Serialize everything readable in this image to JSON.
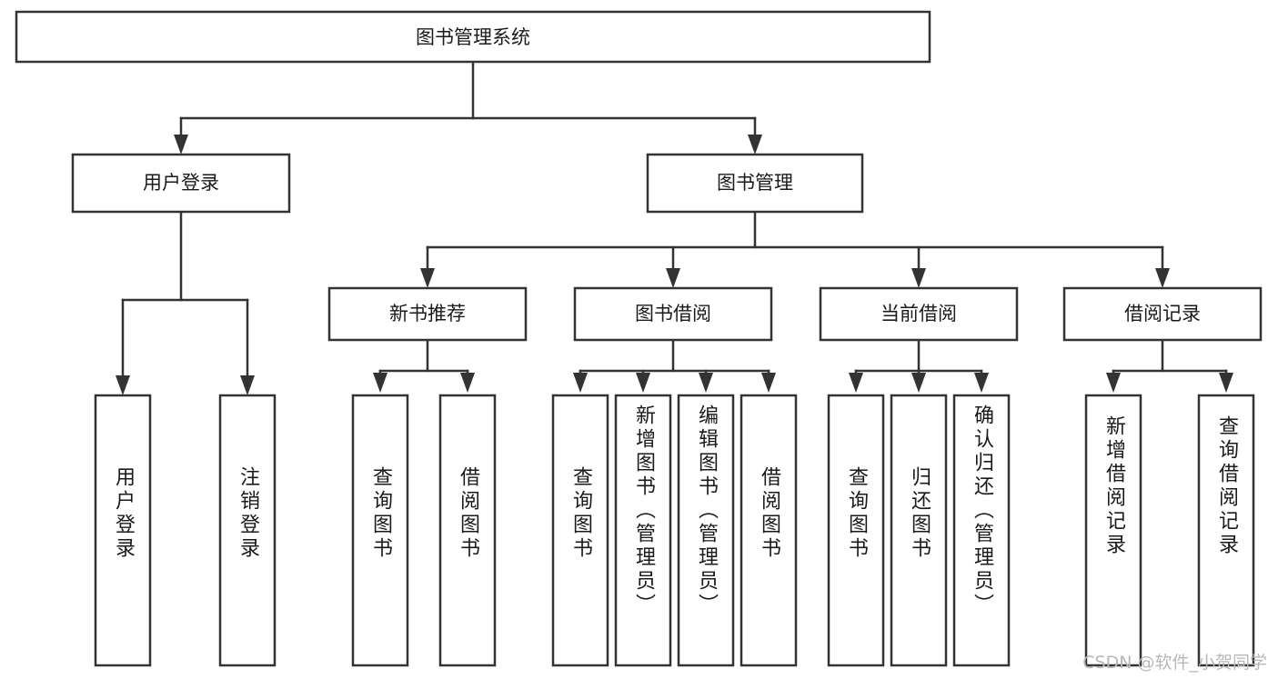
{
  "diagram": {
    "type": "tree-hierarchy",
    "title": "图书管理系统",
    "orientation": "top-down",
    "watermark": "CSDN @软件_小贺同学",
    "colors": {
      "background": "#ffffff",
      "box_fill": "#ffffff",
      "box_stroke": "#333333",
      "text": "#1a1a1a",
      "watermark": "#b8b8b8"
    },
    "root": {
      "label": "图书管理系统",
      "level": 0
    },
    "level1": [
      {
        "label": "用户登录",
        "level": 1
      },
      {
        "label": "图书管理",
        "level": 1
      }
    ],
    "level2": [
      {
        "label": "新书推荐",
        "parent": "图书管理"
      },
      {
        "label": "图书借阅",
        "parent": "图书管理"
      },
      {
        "label": "当前借阅",
        "parent": "图书管理"
      },
      {
        "label": "借阅记录",
        "parent": "图书管理"
      }
    ],
    "leaves": {
      "user_login": [
        {
          "label": "用户登录"
        },
        {
          "label": "注销登录"
        }
      ],
      "new_book_recommend": [
        {
          "label": "查询图书"
        },
        {
          "label": "借阅图书"
        }
      ],
      "book_borrow": [
        {
          "label": "查询图书"
        },
        {
          "label": "新增图书（管理员）"
        },
        {
          "label": "编辑图书（管理员）"
        },
        {
          "label": "借阅图书"
        }
      ],
      "current_borrow": [
        {
          "label": "查询图书"
        },
        {
          "label": "归还图书"
        },
        {
          "label": "确认归还（管理员）"
        }
      ],
      "borrow_record": [
        {
          "label": "新增借阅记录"
        },
        {
          "label": "查询借阅记录"
        }
      ]
    }
  }
}
